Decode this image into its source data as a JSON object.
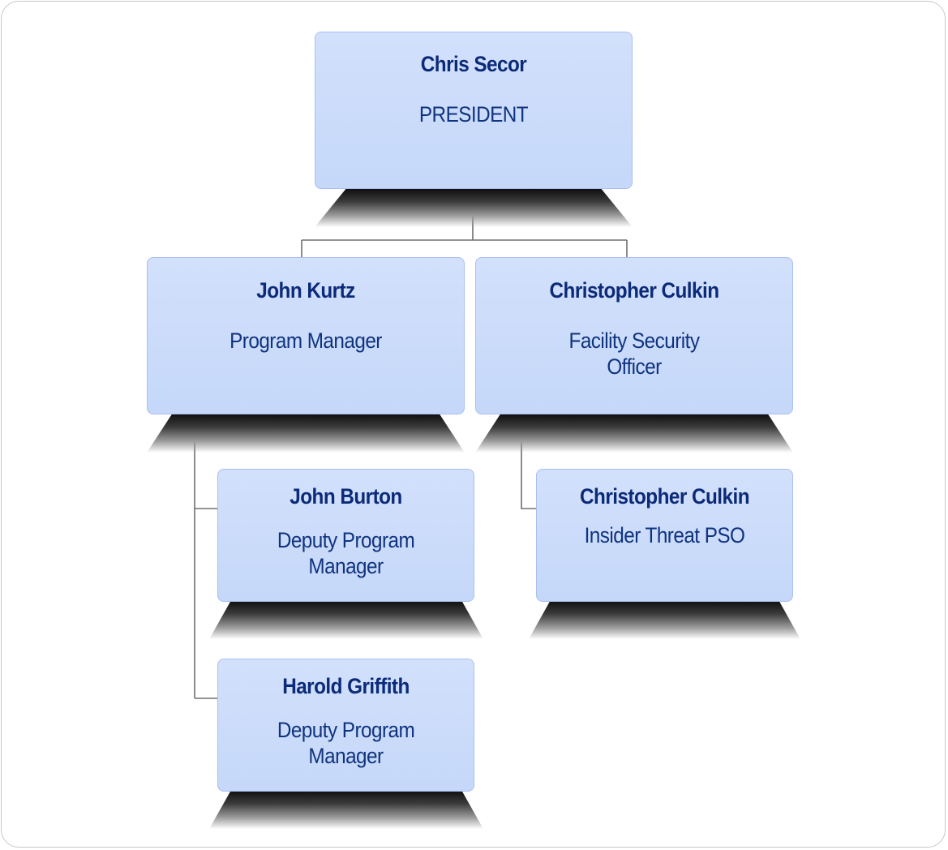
{
  "org_chart": {
    "president": {
      "name": "Chris Secor",
      "role": "PRESIDENT"
    },
    "program_manager": {
      "name": "John Kurtz",
      "role": "Program Manager"
    },
    "fso": {
      "name": "Christopher Culkin",
      "role_line1": "Facility Security",
      "role_line2": "Officer"
    },
    "deputy_1": {
      "name": "John Burton",
      "role_line1": "Deputy Program",
      "role_line2": "Manager"
    },
    "deputy_2": {
      "name": "Harold Griffith",
      "role_line1": "Deputy Program",
      "role_line2": "Manager"
    },
    "insider_threat": {
      "name": "Christopher Culkin",
      "role": "Insider Threat PSO"
    }
  },
  "colors": {
    "node_fill": "#c9dbfa",
    "node_border": "#a9bff0",
    "text": "#0c2f7e",
    "connector": "#707070"
  }
}
